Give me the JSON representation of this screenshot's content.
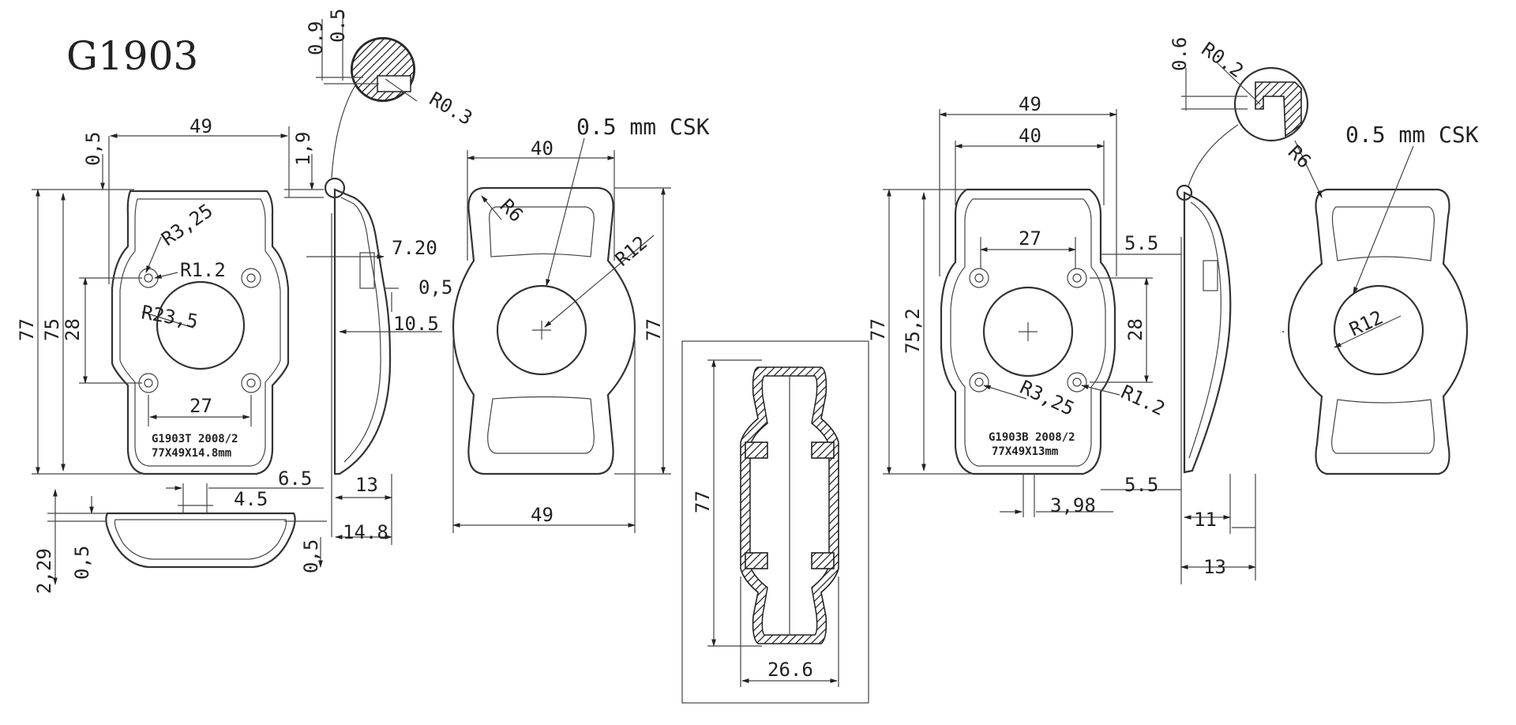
{
  "title": "G1903",
  "left_front": {
    "labels": [
      "49",
      "0,5",
      "1,9",
      "R3,25",
      "R1.2",
      "R23,5",
      "27",
      "77",
      "75",
      "28",
      "6.5",
      "4.5"
    ],
    "marking_line1": "G1903T  2008/2",
    "marking_line2": "77X49X14.8mm"
  },
  "left_bottom": {
    "labels": [
      "2,29",
      "0,5",
      "0,5"
    ]
  },
  "left_side": {
    "labels": [
      "0.9",
      "0.5",
      "R0.3",
      "7.20",
      "0,5",
      "10.5",
      "13",
      "14.8"
    ]
  },
  "left_back": {
    "csk": "0.5 mm CSK",
    "labels": [
      "40",
      "R6",
      "R12",
      "77",
      "49"
    ]
  },
  "center_section": {
    "labels": [
      "77",
      "26.6"
    ]
  },
  "right_front": {
    "labels": [
      "49",
      "40",
      "27",
      "5.5",
      "77",
      "75,2",
      "28",
      "R3,25",
      "R1.2",
      "3,98"
    ],
    "marking_line1": "G1903B 2008/2",
    "marking_line2": "77X49X13mm"
  },
  "right_side": {
    "labels": [
      "0.6",
      "R0.2",
      "5.5",
      "11",
      "13"
    ]
  },
  "right_back": {
    "csk": "0.5 mm CSK",
    "labels": [
      "R6",
      "R12"
    ]
  }
}
